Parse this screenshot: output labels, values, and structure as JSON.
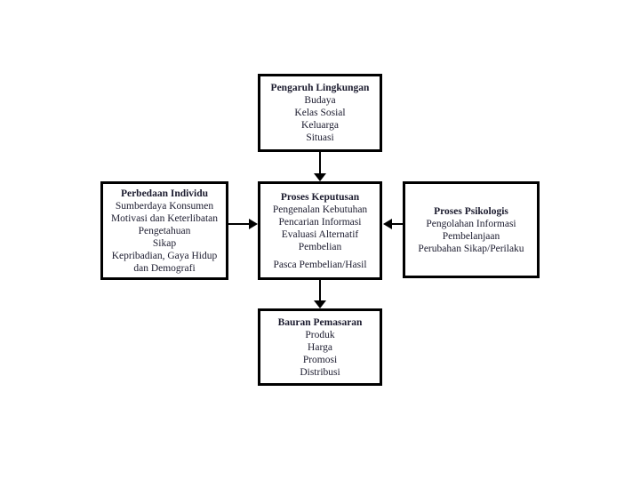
{
  "boxes": {
    "environment": {
      "title": "Pengaruh Lingkungan",
      "items": [
        "Budaya",
        "Kelas Sosial",
        "Keluarga",
        "Situasi"
      ]
    },
    "individual": {
      "title": "Perbedaan Individu",
      "items": [
        "Sumberdaya Konsumen",
        "Motivasi dan Keterlibatan",
        "Pengetahuan",
        "Sikap",
        "Kepribadian, Gaya Hidup dan Demografi"
      ]
    },
    "decision": {
      "title": "Proses Keputusan",
      "items": [
        "Pengenalan Kebutuhan",
        "Pencarian Informasi",
        "Evaluasi Alternatif",
        "Pembelian"
      ],
      "footer": "Pasca Pembelian/Hasil"
    },
    "psychological": {
      "title": "Proses Psikologis",
      "items": [
        "Pengolahan Informasi",
        "Pembelanjaan",
        "Perubahan Sikap/Perilaku"
      ]
    },
    "marketing": {
      "title": "Bauran Pemasaran",
      "items": [
        "Produk",
        "Harga",
        "Promosi",
        "Distribusi"
      ]
    }
  },
  "colors": {
    "background": "#ffffff",
    "box_border": "#000000",
    "text": "#1b1b2e",
    "arrow": "#000000"
  }
}
